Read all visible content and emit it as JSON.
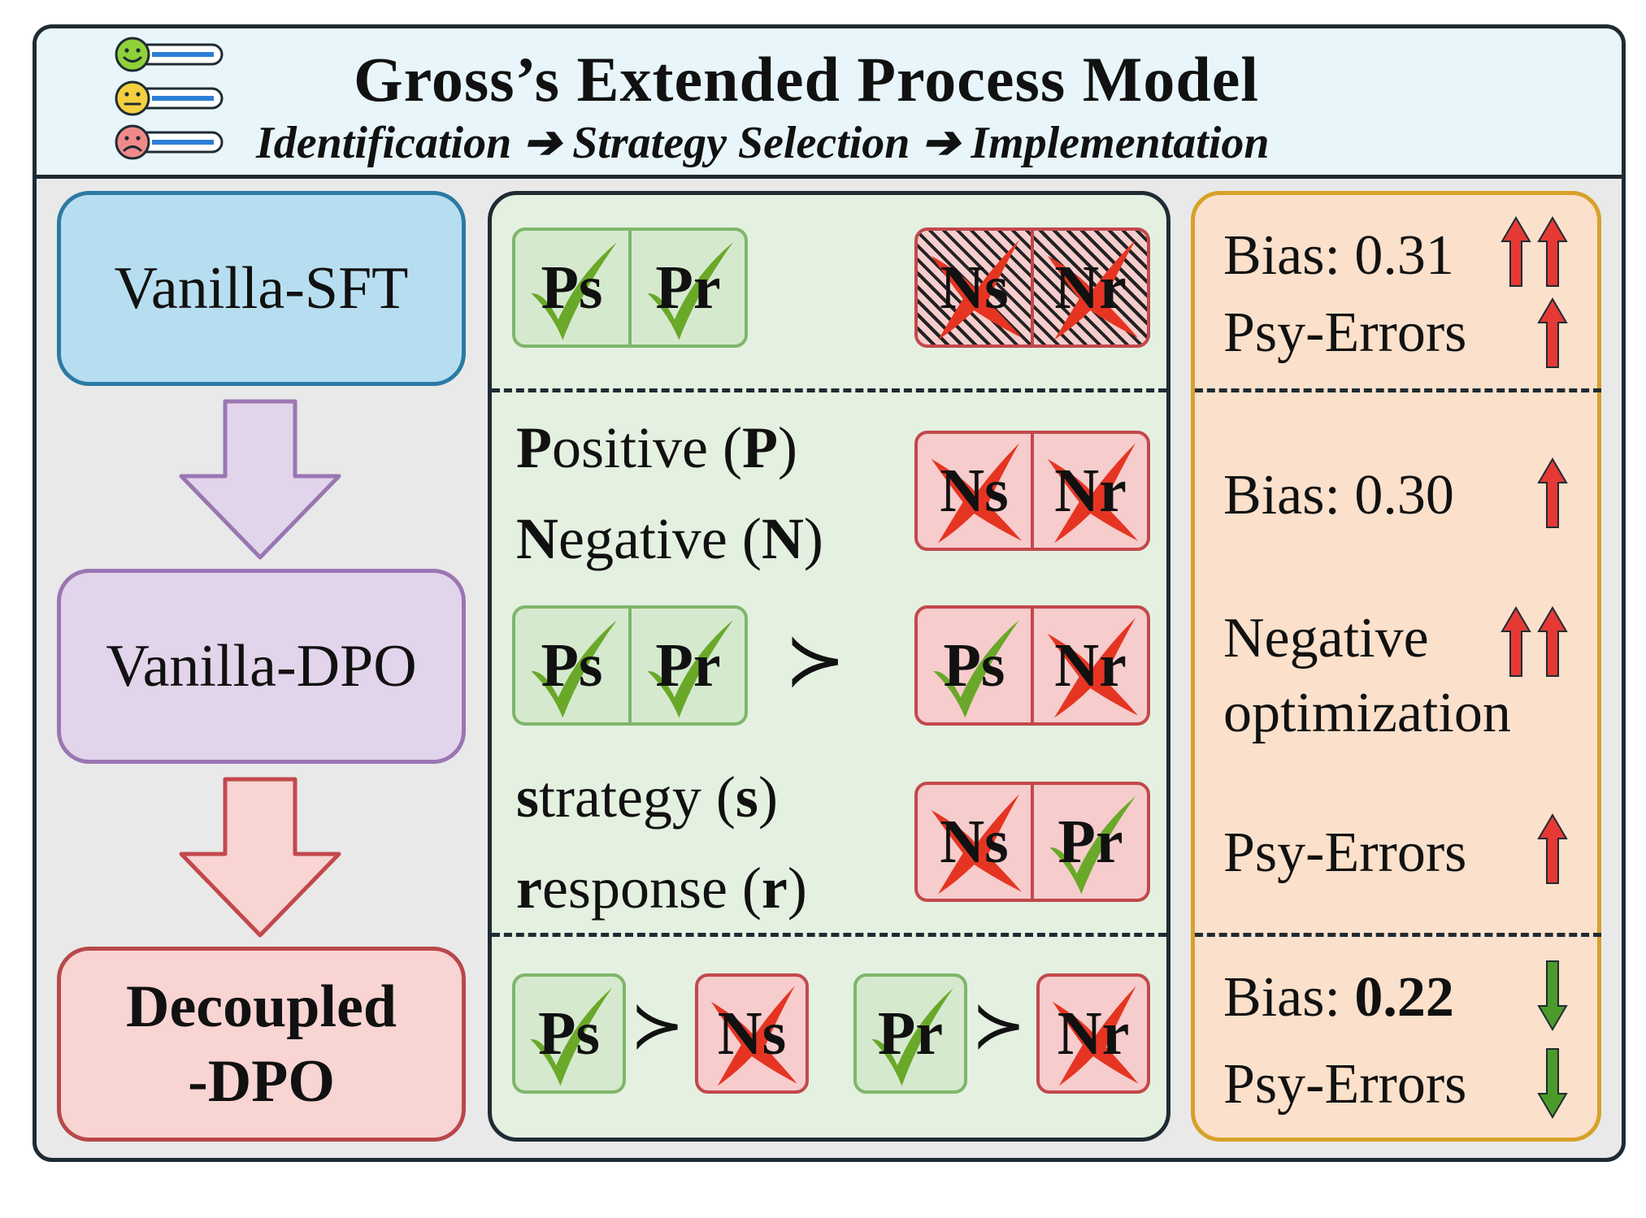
{
  "header": {
    "title": "Gross’s Extended Process Model",
    "subtitle": "Identification ➔ Strategy Selection ➔ Implementation"
  },
  "stages": {
    "sft": "Vanilla-SFT",
    "dpo": "Vanilla-DPO",
    "decoupled_line1": "Decoupled",
    "decoupled_line2": "-DPO"
  },
  "legend": {
    "positive_initial": "P",
    "positive_rest": "ositive (",
    "positive_abbr": "P",
    "close": ")",
    "negative_initial": "N",
    "negative_rest": "egative (",
    "negative_abbr": "N",
    "strategy_initial": "s",
    "strategy_rest": "trategy (",
    "strategy_abbr": "s",
    "response_initial": "r",
    "response_rest": "esponse (",
    "response_abbr": "r"
  },
  "labels": {
    "ps": "Ps",
    "pr": "Pr",
    "ns": "Ns",
    "nr": "Nr",
    "succ": "≻"
  },
  "metrics": {
    "sft_bias_label": "Bias: ",
    "sft_bias_value": "0.31",
    "sft_errors": "Psy-Errors",
    "dpo_bias_label": "Bias: ",
    "dpo_bias_value": "0.30",
    "dpo_neg_line1": "Negative",
    "dpo_neg_line2": "optimization",
    "dpo_errors": "Psy-Errors",
    "dec_bias_label": "Bias: ",
    "dec_bias_value": "0.22",
    "dec_errors": "Psy-Errors"
  },
  "colors": {
    "up_arrow": "#e53935",
    "down_arrow": "#4c9a2a",
    "check": "#6aa829",
    "cross": "#e53522"
  }
}
